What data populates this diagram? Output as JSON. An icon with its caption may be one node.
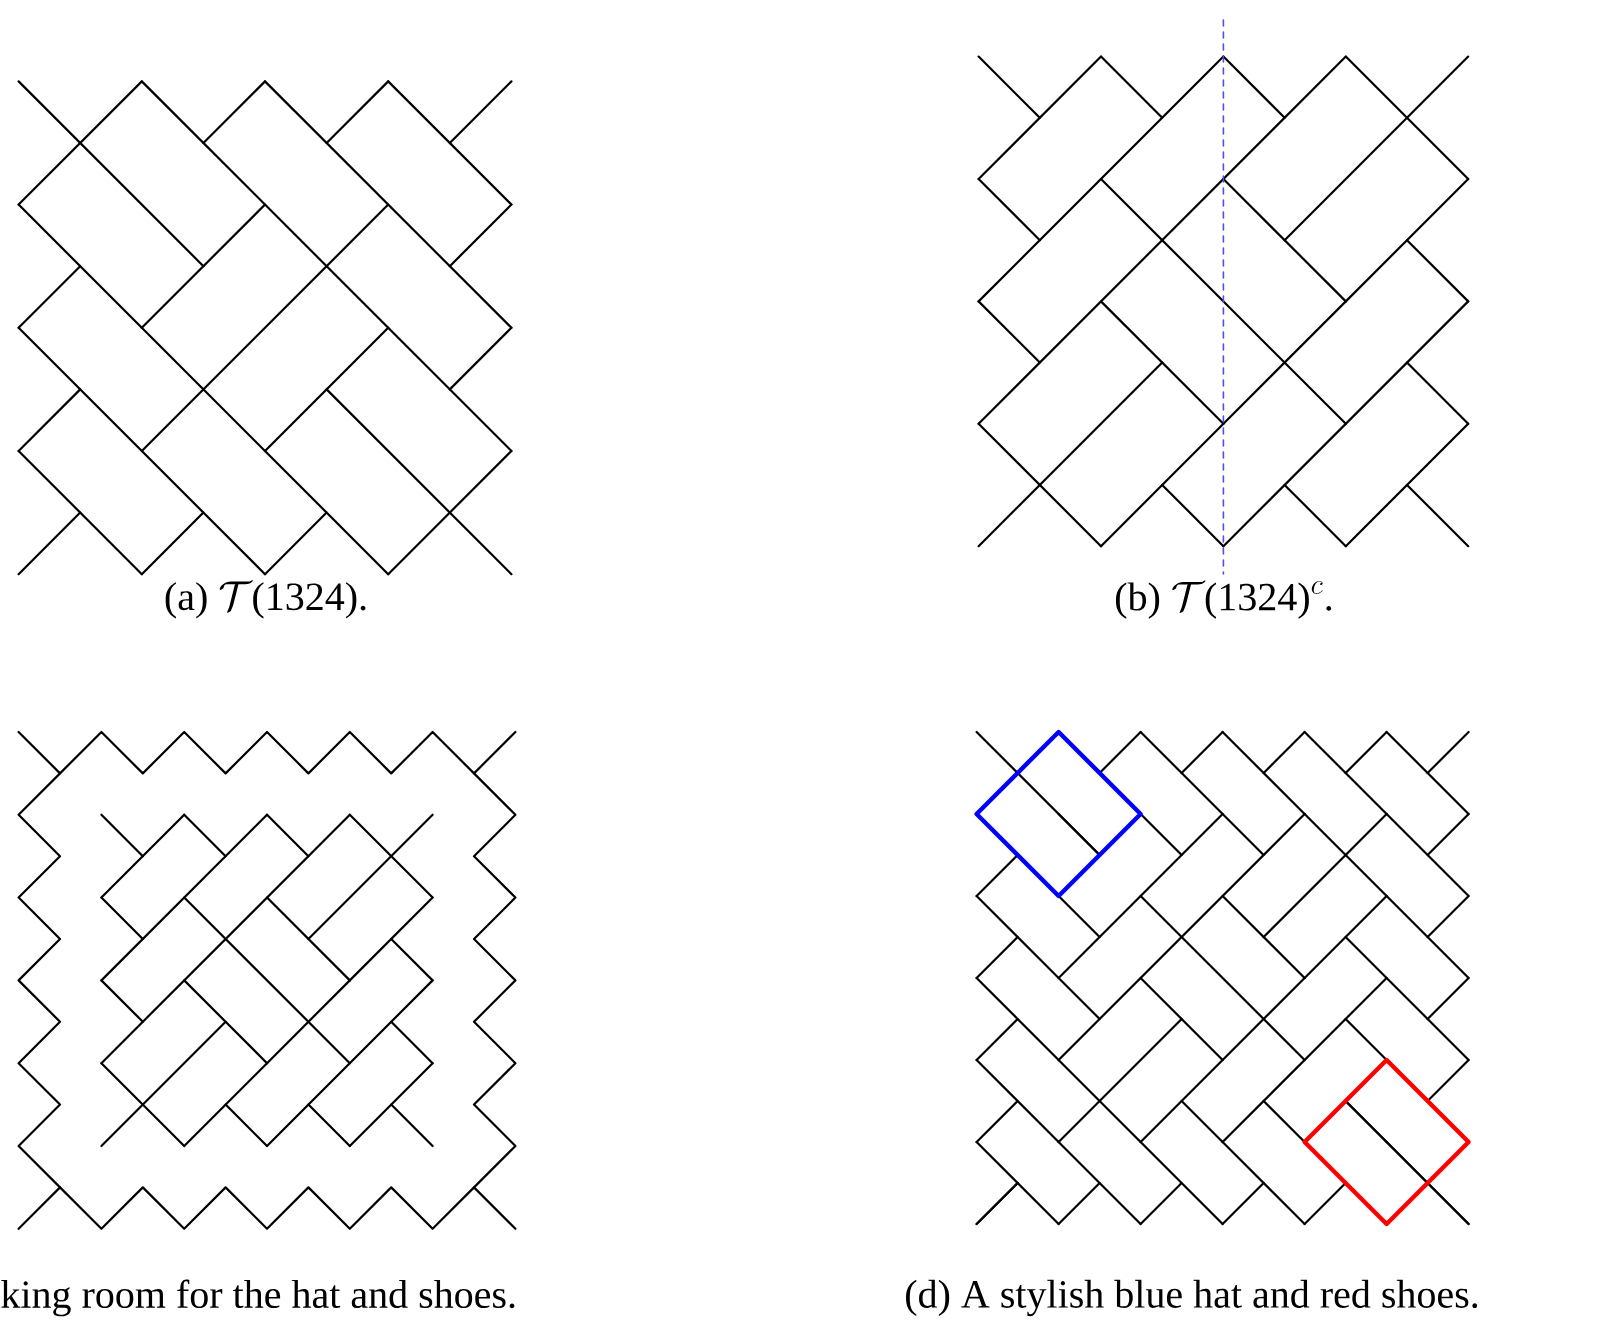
{
  "diagram": {
    "labels": [
      "\\text{(a) }\\mathcal{T}\\text{(1324).}",
      "\\text{(b) }\\mathcal{T}\\text{(1324)}^{c}\\text{.}",
      "king room for the hat and shoes.",
      "(d) A stylish blue hat and red shoes."
    ]
  }
}
